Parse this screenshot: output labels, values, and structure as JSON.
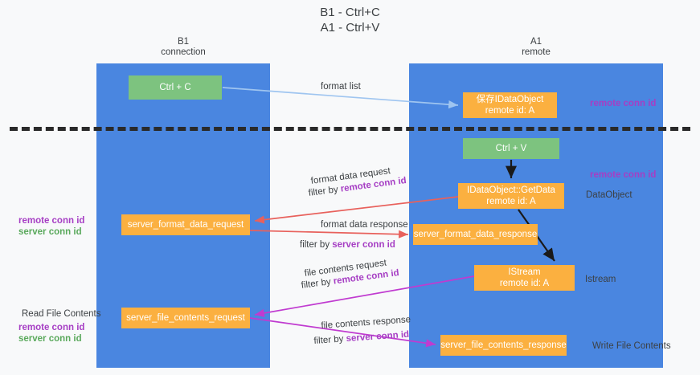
{
  "title": {
    "line1": "B1 - Ctrl+C",
    "line2": "A1 - Ctrl+V"
  },
  "lanes": [
    {
      "id": "b1",
      "name": "B1",
      "role": "connection",
      "color": "#4a86e0"
    },
    {
      "id": "a1",
      "name": "A1",
      "role": "remote",
      "color": "#4a86e0"
    }
  ],
  "colors": {
    "lane_blue": "#4a86e0",
    "node_green": "#7dc37f",
    "node_orange": "#fbb040",
    "remote_conn_id": "#a63ec4",
    "server_conn_id": "#5aa95c",
    "arrow_blue": "#9fc5f0",
    "arrow_red": "#e8615c",
    "arrow_magenta": "#c03bd0",
    "arrow_black": "#1a1a1a",
    "divider": "#2a2a2a",
    "background": "#f8f9fa"
  },
  "nodes": {
    "ctrl_c": {
      "label": "Ctrl + C",
      "color": "green"
    },
    "idataobject": {
      "line1": "保存IDataObject",
      "line2": "remote id: A",
      "color": "orange"
    },
    "ctrl_v": {
      "label": "Ctrl + V",
      "color": "green"
    },
    "getdata": {
      "line1": "IDataObject::GetData",
      "line2": "remote id: A",
      "color": "orange"
    },
    "server_format_data_request": {
      "label": "server_format_data_request",
      "color": "orange"
    },
    "server_format_data_response": {
      "label": "server_format_data_response",
      "color": "orange"
    },
    "istream": {
      "line1": "IStream",
      "line2": "remote id: A",
      "color": "orange"
    },
    "server_file_contents_request": {
      "label": "server_file_contents_request",
      "color": "orange"
    },
    "server_file_contents_response": {
      "label": "server_file_contents_response",
      "color": "orange"
    }
  },
  "edge_labels": {
    "format_list": "format list",
    "format_data_request": "format data request",
    "format_data_request_filter_prefix": "filter by ",
    "format_data_request_filter_key": "remote conn id",
    "format_data_response": "format data response",
    "format_data_response_filter_prefix": "filter by ",
    "format_data_response_filter_key": "server conn id",
    "file_contents_request": "file contents request",
    "file_contents_request_filter_prefix": "filter by ",
    "file_contents_request_filter_key": "remote conn id",
    "file_contents_response": "file contents response",
    "file_contents_response_filter_prefix": "filter by ",
    "file_contents_response_filter_key": "server conn id"
  },
  "annotations": {
    "remote_conn_id_top": "remote conn id",
    "remote_conn_id_mid": "remote conn id",
    "dataobject": "DataObject",
    "istream": "Istream",
    "write_file_contents": "Write File Contents",
    "read_file_contents": "Read File Contents",
    "left_remote_conn_id_1": "remote conn id",
    "left_server_conn_id_1": "server conn id",
    "left_remote_conn_id_2": "remote conn id",
    "left_server_conn_id_2": "server conn id"
  }
}
